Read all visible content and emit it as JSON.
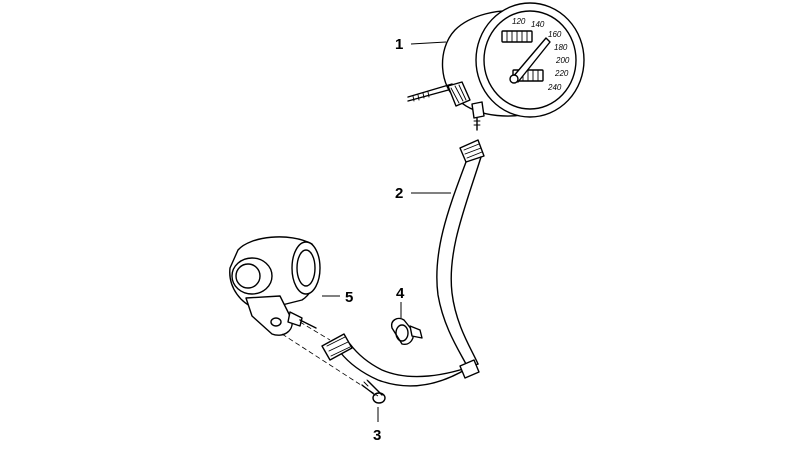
{
  "callouts": [
    {
      "id": "1",
      "text": "1"
    },
    {
      "id": "2",
      "text": "2"
    },
    {
      "id": "3",
      "text": "3"
    },
    {
      "id": "4",
      "text": "4"
    },
    {
      "id": "5",
      "text": "5"
    }
  ],
  "speedometer_scale": [
    "120",
    "140",
    "160",
    "180",
    "200",
    "220",
    "240"
  ],
  "colors": {
    "ink": "#000000",
    "paper": "#ffffff"
  }
}
